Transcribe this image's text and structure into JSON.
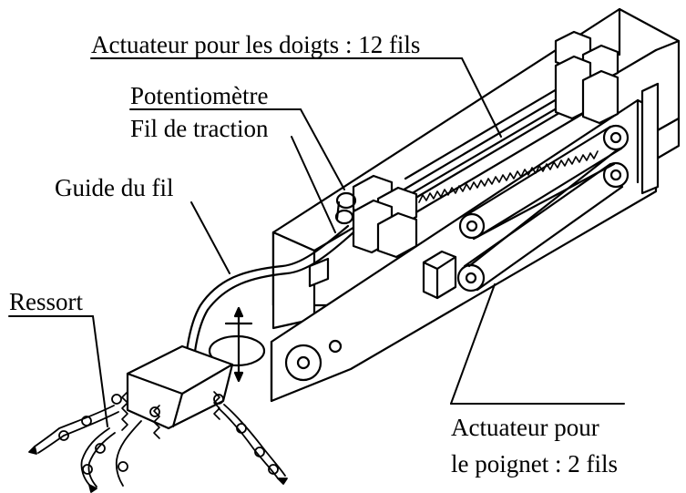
{
  "labels": {
    "actuateur_doigts": "Actuateur pour les doigts : 12 fils",
    "potentiometre": "Potentiomètre",
    "fil_traction": "Fil de traction",
    "guide_fil": "Guide du fil",
    "ressort": "Ressort",
    "actuateur_poignet_line1": "Actuateur pour",
    "actuateur_poignet_line2": "le poignet : 2 fils"
  }
}
